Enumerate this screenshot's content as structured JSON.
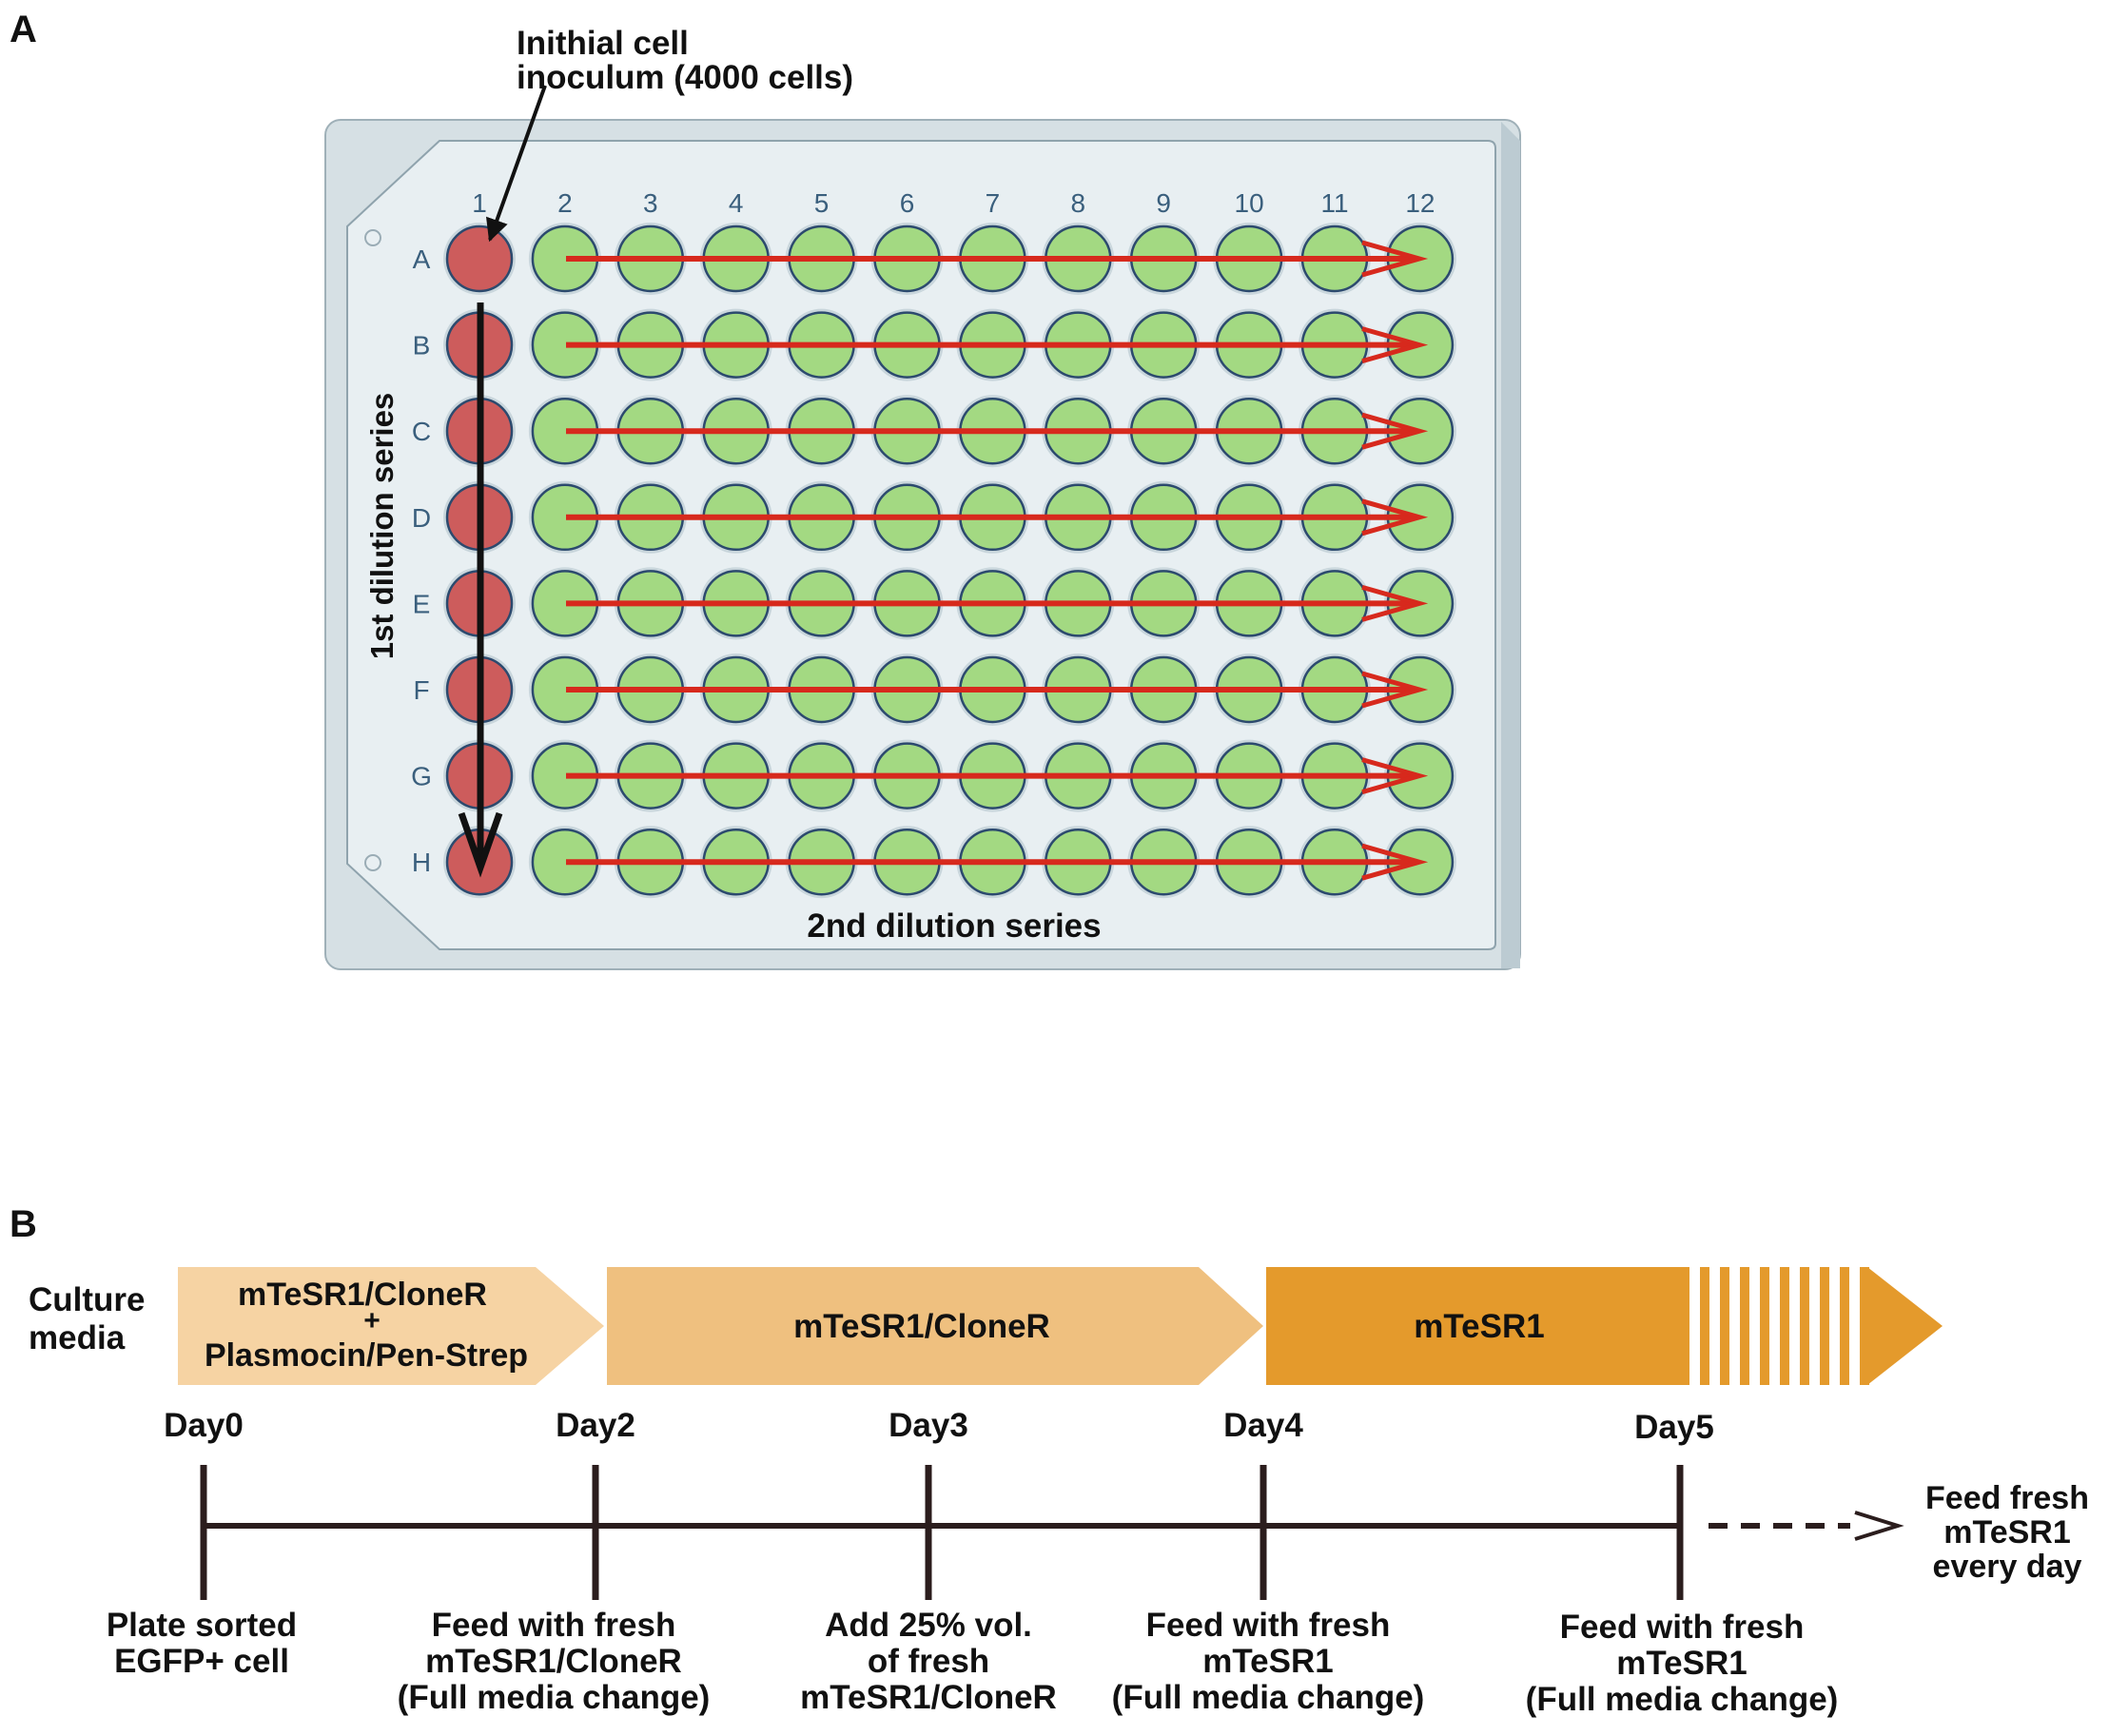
{
  "panel_a": {
    "label": "A",
    "inoculum_line1": "Inithial cell",
    "inoculum_line2": "inoculum (4000 cells)",
    "first_series": "1st dilution series",
    "second_series": "2nd dilution series",
    "columns": [
      "1",
      "2",
      "3",
      "4",
      "5",
      "6",
      "7",
      "8",
      "9",
      "10",
      "11",
      "12"
    ],
    "rows": [
      "A",
      "B",
      "C",
      "D",
      "E",
      "F",
      "G",
      "H"
    ],
    "colors": {
      "seeded_well": "#cd5c5c",
      "empty_well": "#a3d982",
      "arrow_row": "#d7291d",
      "arrow_col": "#111111",
      "plate": "#e3ebee"
    }
  },
  "panel_b": {
    "label": "B",
    "media_label_1": "Culture",
    "media_label_2": "media",
    "segments": [
      {
        "line1": "mTeSR1/CloneR",
        "line2": "+",
        "line3": "Plasmocin/Pen-Strep",
        "color": "#f6d3a3"
      },
      {
        "line1": "mTeSR1/CloneR",
        "color": "#efc07f"
      },
      {
        "line1": "mTeSR1",
        "color": "#e49a2c"
      }
    ],
    "days": [
      "Day0",
      "Day2",
      "Day3",
      "Day4",
      "Day5"
    ],
    "events": [
      [
        "Plate sorted",
        "EGFP+ cell"
      ],
      [
        "Feed with fresh",
        "mTeSR1/CloneR",
        "(Full media change)"
      ],
      [
        "Add 25% vol.",
        "of fresh",
        "mTeSR1/CloneR"
      ],
      [
        "Feed with fresh",
        "mTeSR1",
        "(Full media change)"
      ],
      [
        "Feed with fresh",
        "mTeSR1",
        "(Full media change)"
      ]
    ],
    "future": [
      "Feed fresh",
      "mTeSR1",
      "every day"
    ]
  }
}
